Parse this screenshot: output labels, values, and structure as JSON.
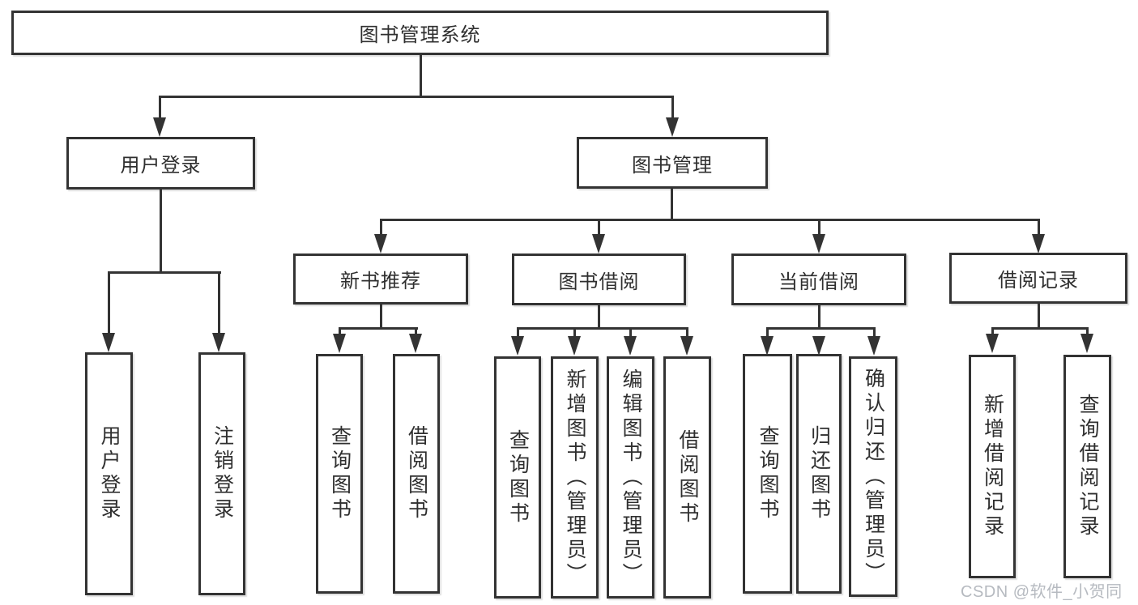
{
  "watermark": "CSDN @软件_小贺同学",
  "colors": {
    "line": "#333333",
    "box_border": "#333333",
    "box_fill": "#ffffff",
    "text": "#2f2f2f",
    "watermark": "#b6bac0"
  },
  "tree": {
    "label": "图书管理系统",
    "children": [
      {
        "label": "用户登录",
        "children": [
          {
            "label": "用户登录"
          },
          {
            "label": "注销登录"
          }
        ]
      },
      {
        "label": "图书管理",
        "children": [
          {
            "label": "新书推荐",
            "children": [
              {
                "label": "查询图书"
              },
              {
                "label": "借阅图书"
              }
            ]
          },
          {
            "label": "图书借阅",
            "children": [
              {
                "label": "查询图书"
              },
              {
                "label": "新增图书（管理员）"
              },
              {
                "label": "编辑图书（管理员）"
              },
              {
                "label": "借阅图书"
              }
            ]
          },
          {
            "label": "当前借阅",
            "children": [
              {
                "label": "查询图书"
              },
              {
                "label": "归还图书"
              },
              {
                "label": "确认归还（管理员）"
              }
            ]
          },
          {
            "label": "借阅记录",
            "children": [
              {
                "label": "新增借阅记录"
              },
              {
                "label": "查询借阅记录"
              }
            ]
          }
        ]
      }
    ]
  }
}
